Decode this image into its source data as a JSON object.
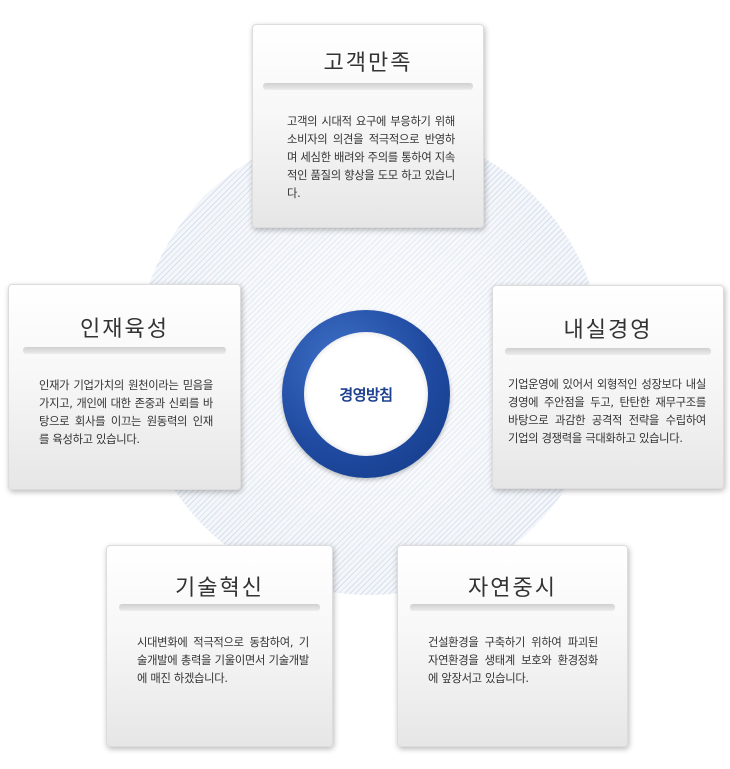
{
  "center": {
    "label": "경영방침"
  },
  "cards": {
    "top": {
      "title": "고객만족",
      "body": "고객의 시대적 요구에 부응하기 위해 소비자의 의견을 적극적으로 반영하며 세심한 배려와 주의를 통하여 지속적인 품질의 향상을 도모 하고 있습니다."
    },
    "left": {
      "title": "인재육성",
      "body": "인재가 기업가치의 원천이라는 믿음을 가지고, 개인에 대한 존중과 신뢰를 바탕으로 회사를 이끄는 원동력의 인재를 육성하고 있습니다."
    },
    "right": {
      "title": "내실경영",
      "body": "기업운영에 있어서 외형적인 성장보다 내실경영에 주안점을 두고, 탄탄한 재무구조를 바탕으로 과감한 공격적 전략을 수립하여 기업의 경쟁력을 극대화하고 있습니다."
    },
    "bottom_left": {
      "title": "기술혁신",
      "body": "시대변화에 적극적으로 동참하여, 기술개발에 총력을 기울이면서 기술개발에 매진 하겠습니다."
    },
    "bottom_right": {
      "title": "자연중시",
      "body": "건설환경을 구축하기 위하여 파괴된 자연환경을 생태계 보호와 환경정화에 앞장서고 있습니다."
    }
  }
}
